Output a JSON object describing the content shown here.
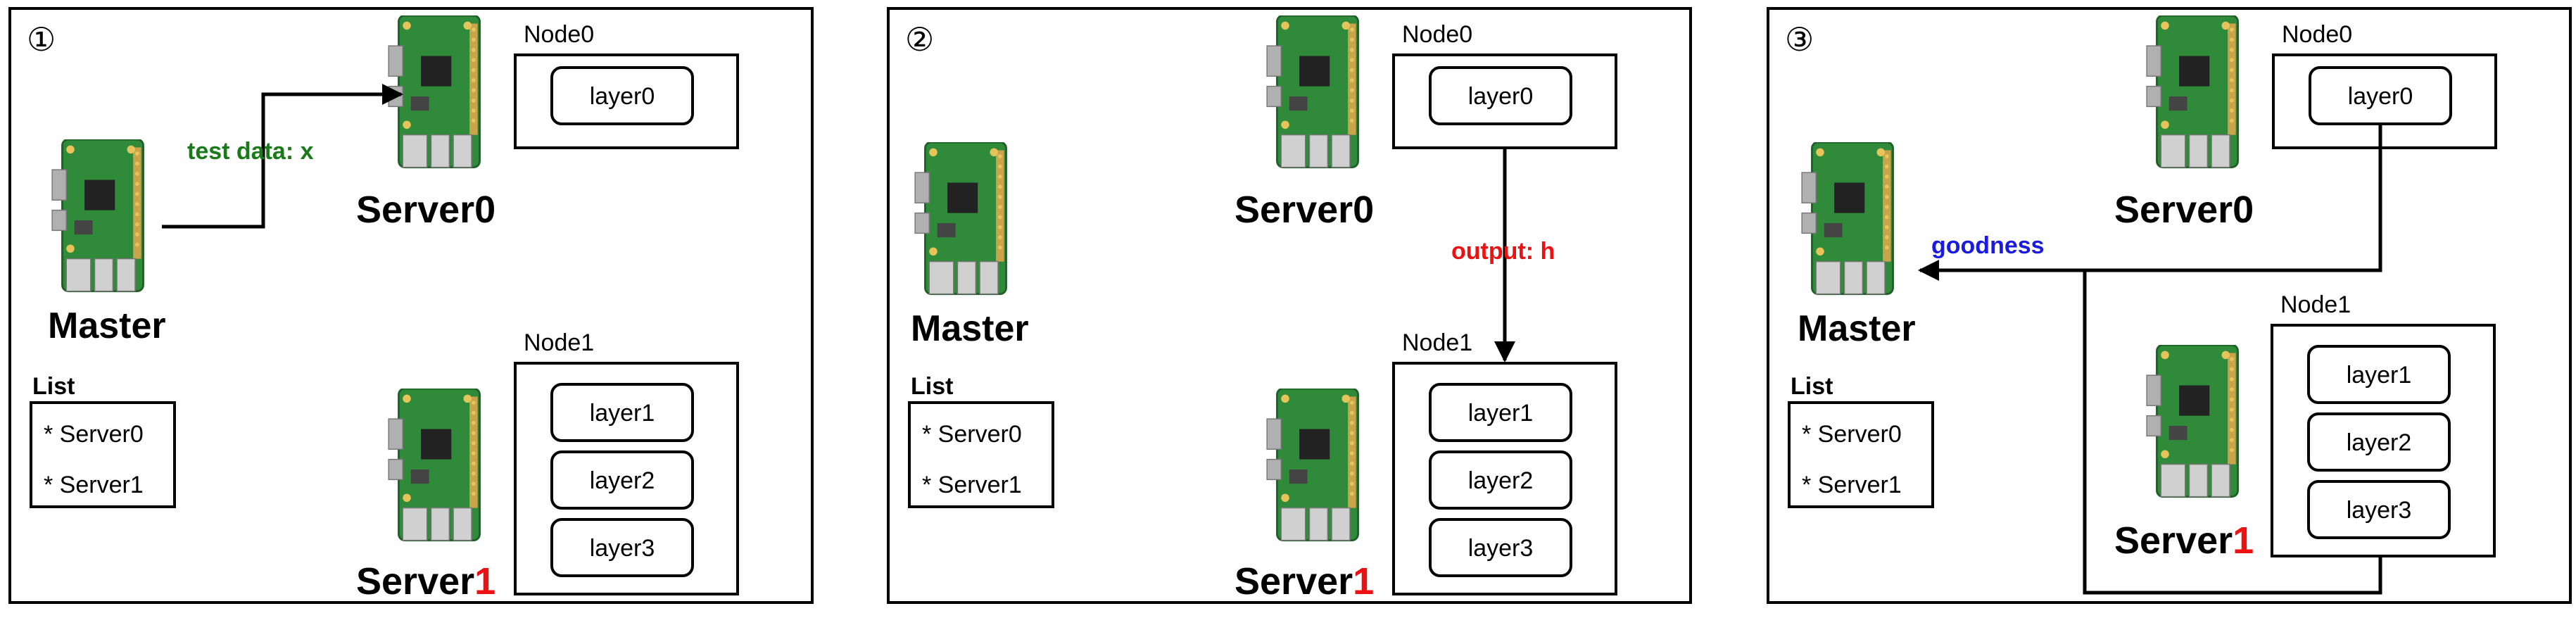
{
  "panels": [
    {
      "step_label": "①",
      "master_label": "Master",
      "list_title": "List",
      "list_items": [
        "* Server0",
        "* Server1"
      ],
      "server0_label": "Server0",
      "server1_label_prefix": "Server",
      "server1_label_suffix": "1",
      "node0_label": "Node0",
      "node1_label": "Node1",
      "node0_layers": [
        "layer0"
      ],
      "node1_layers": [
        "layer1",
        "layer2",
        "layer3"
      ],
      "arrow_label": "test data: x",
      "arrow_color": "#1a7a1a"
    },
    {
      "step_label": "②",
      "master_label": "Master",
      "list_title": "List",
      "list_items": [
        "* Server0",
        "* Server1"
      ],
      "server0_label": "Server0",
      "server1_label_prefix": "Server",
      "server1_label_suffix": "1",
      "node0_label": "Node0",
      "node1_label": "Node1",
      "node0_layers": [
        "layer0"
      ],
      "node1_layers": [
        "layer1",
        "layer2",
        "layer3"
      ],
      "arrow_label": "output: h",
      "arrow_color": "#ee1111"
    },
    {
      "step_label": "③",
      "master_label": "Master",
      "list_title": "List",
      "list_items": [
        "* Server0",
        "* Server1"
      ],
      "server0_label": "Server0",
      "server1_label_prefix": "Server",
      "server1_label_suffix": "1",
      "node0_label": "Node0",
      "node1_label": "Node1",
      "node0_layers": [
        "layer0"
      ],
      "node1_layers": [
        "layer1",
        "layer2",
        "layer3"
      ],
      "arrow_label": "goodness",
      "arrow_color": "#1a1ae0"
    }
  ],
  "colors": {
    "server1_highlight": "#ee1111",
    "board_green": "#2f8a3a",
    "line": "#000000"
  },
  "icons": {
    "board": "raspberry-pi-board-icon"
  }
}
